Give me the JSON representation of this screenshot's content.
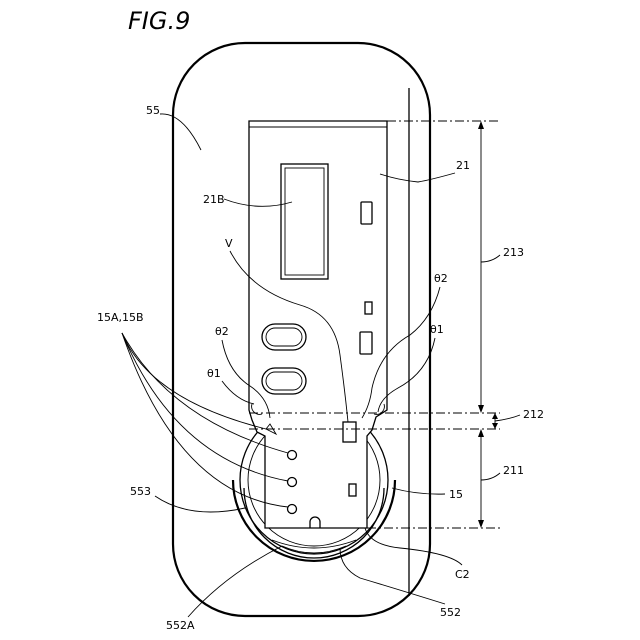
{
  "figure": {
    "title": "FIG.9"
  },
  "labels": {
    "ref_55": "55",
    "ref_21": "21",
    "ref_21b": "21B",
    "ref_v": "V",
    "ref_213": "213",
    "ref_212": "212",
    "ref_211": "211",
    "ref_15": "15",
    "ref_15a_15b": "15A,15B",
    "ref_553": "553",
    "ref_552a": "552A",
    "ref_552": "552",
    "ref_c2": "C2",
    "theta2_right": "θ2",
    "theta1_right": "θ1",
    "theta2_left": "θ2",
    "theta1_left": "θ1"
  }
}
